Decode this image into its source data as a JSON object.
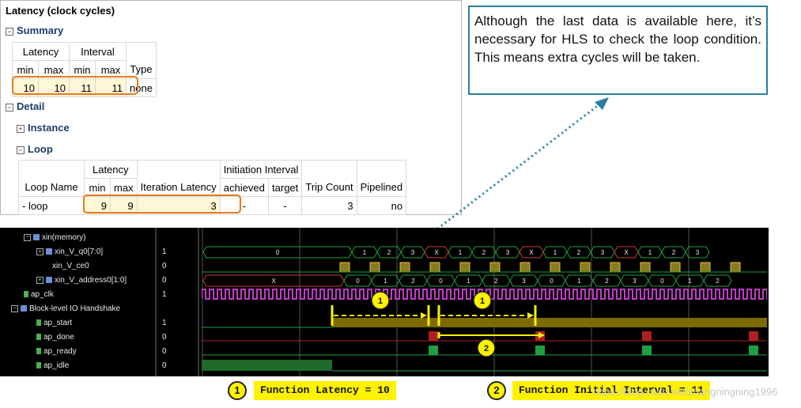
{
  "report": {
    "title": "Latency (clock cycles)",
    "summary_label": "Summary",
    "summary": {
      "group_latency": "Latency",
      "group_interval": "Interval",
      "cols": [
        "min",
        "max",
        "min",
        "max",
        "Type"
      ],
      "values": [
        "10",
        "10",
        "11",
        "11",
        "none"
      ]
    },
    "detail_label": "Detail",
    "instance_label": "Instance",
    "loop_label": "Loop",
    "loop_table": {
      "group_latency": "Latency",
      "group_ii": "Initiation Interval",
      "cols": [
        "Loop Name",
        "min",
        "max",
        "Iteration Latency",
        "achieved",
        "target",
        "Trip Count",
        "Pipelined"
      ],
      "row": [
        "- loop",
        "9",
        "9",
        "3",
        "-",
        "-",
        "3",
        "no"
      ]
    }
  },
  "callout": {
    "text": "Although the last data is available here, it’s necessary for HLS to check the loop condition. This means extra cycles will be taken."
  },
  "waveform": {
    "signals": [
      {
        "name": "xin(memory)",
        "value": ""
      },
      {
        "name": "xin_V_q0[7:0]",
        "value": "1"
      },
      {
        "name": "xin_V_ce0",
        "value": "0"
      },
      {
        "name": "xin_V_address0[1:0]",
        "value": "0"
      },
      {
        "name": "ap_clk",
        "value": "1"
      },
      {
        "name": "Block-level IO Handshake",
        "value": ""
      },
      {
        "name": "ap_start",
        "value": "1"
      },
      {
        "name": "ap_done",
        "value": "0"
      },
      {
        "name": "ap_ready",
        "value": "0"
      },
      {
        "name": "ap_idle",
        "value": "0"
      }
    ],
    "q0_labels": [
      "0",
      "1",
      "2",
      "3",
      "X",
      "1",
      "2",
      "3",
      "X",
      "1",
      "2",
      "3",
      "X",
      "1",
      "2",
      "3"
    ],
    "addr_labels": [
      "X",
      "0",
      "1",
      "2",
      "0",
      "1",
      "2",
      "3",
      "0",
      "1",
      "2",
      "3",
      "0",
      "1",
      "2"
    ],
    "marker_1": "1",
    "marker_2": "2"
  },
  "legend": {
    "item1_num": "1",
    "item1_text": "Function Latency = 10",
    "item2_num": "2",
    "item2_text": "Function Initial Interval = 11"
  },
  "watermark": "https://blog.csdn.net/zhangningning1996",
  "colors": {
    "callout_border": "#2a7fa3",
    "highlight": "#e57a1f",
    "annotation": "#fff200",
    "wave_green": "#1fa040",
    "wave_magenta": "#c23cc8",
    "wave_olive": "#7a6a00"
  }
}
